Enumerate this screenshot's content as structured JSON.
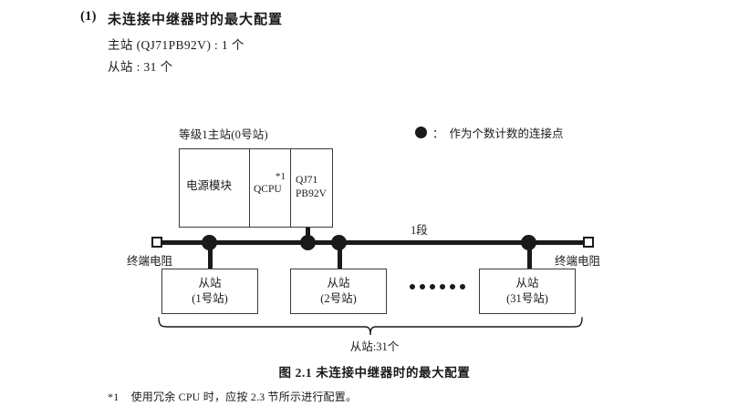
{
  "heading": {
    "number": "(1)",
    "title": "未连接中继器时的最大配置",
    "spec_master": "主站 (QJ71PB92V) : 1 个",
    "spec_slave": "从站 : 31 个"
  },
  "legend": {
    "symbol": "filled-circle",
    "colon": "：",
    "text": "作为个数计数的连接点"
  },
  "diagram": {
    "master": {
      "label": "等级1主站(0号站)",
      "cells": [
        {
          "name": "power-supply-module",
          "text": "电源模块"
        },
        {
          "name": "cpu-module",
          "text": "QCPU",
          "note": "*1"
        },
        {
          "name": "network-module",
          "line1": "QJ71",
          "line2": "PB92V"
        }
      ]
    },
    "bus": {
      "segment_label": "1段",
      "terminator_left_label": "终端电阻",
      "terminator_right_label": "终端电阻",
      "connection_points": 4
    },
    "slaves": [
      {
        "title": "从站",
        "station": "(1号站)"
      },
      {
        "title": "从站",
        "station": "(2号站)"
      },
      {
        "title": "从站",
        "station": "(31号站)"
      }
    ],
    "ellipsis_dots": 6,
    "brace_label": "从站:31个"
  },
  "caption": "图 2.1  未连接中继器时的最大配置",
  "footnote": {
    "mark": "*1",
    "text": "使用冗余 CPU 时，应按 2.3 节所示进行配置。"
  },
  "colors": {
    "ink": "#1a1a1a",
    "line": "#3a3a3a",
    "background": "#ffffff"
  }
}
